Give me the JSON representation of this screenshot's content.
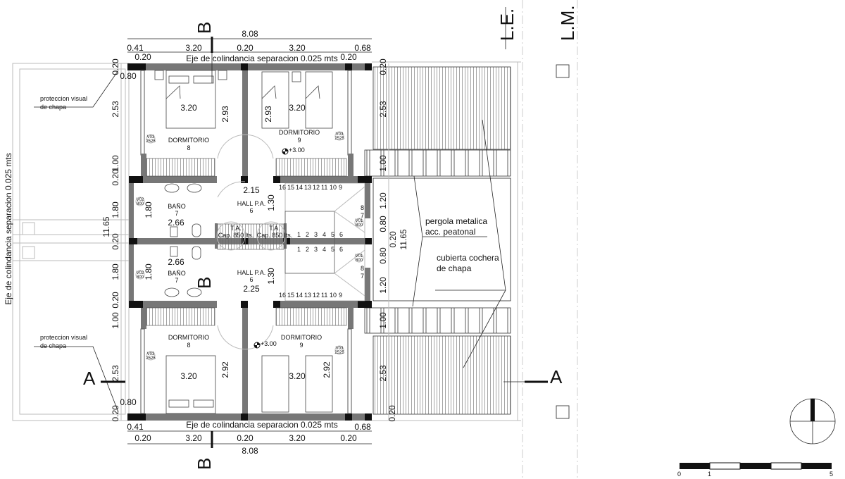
{
  "drawing": {
    "party_wall_label": "Eje de colindancia separacion 0.025 mts",
    "overall_width": "8.08",
    "overall_depth": "11.65",
    "top_dims": [
      "0.41",
      "3.20",
      "0.20",
      "3.20",
      "0.68"
    ],
    "top_sub_dims": [
      "0.20",
      "0.20"
    ],
    "bottom_dims": [
      "0.20",
      "3.20",
      "0.20",
      "3.20",
      "0.20"
    ],
    "bottom_sub_dims": [
      "0.41",
      "0.68"
    ],
    "left_dims": [
      "0.20",
      "2.53",
      "1.00",
      "0.20",
      "1.80",
      "0.20",
      "1.80",
      "0.20",
      "1.00",
      "2.53",
      "0.20"
    ],
    "right_dims": [
      "0.20",
      "2.53",
      "1.00",
      "1.20",
      "0.80",
      "0.20",
      "0.80",
      "1.20",
      "1.00",
      "2.53",
      "0.20"
    ],
    "offset_dim": "0.80",
    "line_labels": {
      "le": "L.E.",
      "lm": "L.M."
    },
    "section_marks": {
      "a": "A",
      "b": "B"
    },
    "notes": {
      "visual_protection": [
        "proteccion visual",
        "de chapa"
      ],
      "pergola": [
        "pergola metalica",
        "acc. peatonal"
      ],
      "carport_roof": [
        "cubierta cochera",
        "de chapa"
      ]
    },
    "rooms": [
      {
        "name": "DORMITORIO",
        "num": "8",
        "width": "3.20",
        "depth": "2.93"
      },
      {
        "name": "DORMITORIO",
        "num": "9",
        "width": "3.20",
        "depth": "2.93"
      },
      {
        "name": "BAÑO",
        "num": "7",
        "width": "2.66",
        "depth": "1.80"
      },
      {
        "name": "HALL P.A.",
        "num": "6",
        "width": "2.15",
        "depth": "1.30"
      },
      {
        "name": "BAÑO",
        "num": "7",
        "width": "2.66",
        "depth": "1.80"
      },
      {
        "name": "HALL P.A.",
        "num": "6",
        "width": "2.25",
        "depth": "1.30"
      },
      {
        "name": "DORMITORIO",
        "num": "8",
        "width": "3.20",
        "depth": "2.92"
      },
      {
        "name": "DORMITORIO",
        "num": "9",
        "width": "3.20",
        "depth": "2.92"
      }
    ],
    "level": "+3.00",
    "tanks": {
      "title": "T.A.",
      "capacity": "Cap. 850 lts."
    },
    "window_tags": {
      "v02": [
        "V02",
        "800"
      ],
      "v03": [
        "V03",
        "2525"
      ],
      "v01": [
        "V01",
        "800"
      ]
    },
    "stair_upper": [
      "16",
      "15",
      "14",
      "13",
      "12",
      "11",
      "10",
      "9"
    ],
    "stair_lower": [
      "1",
      "2",
      "3",
      "4",
      "5",
      "6"
    ],
    "stair_turn": [
      "8",
      "7"
    ],
    "scale_bar": {
      "labels": [
        "0",
        "1",
        "5"
      ]
    }
  }
}
